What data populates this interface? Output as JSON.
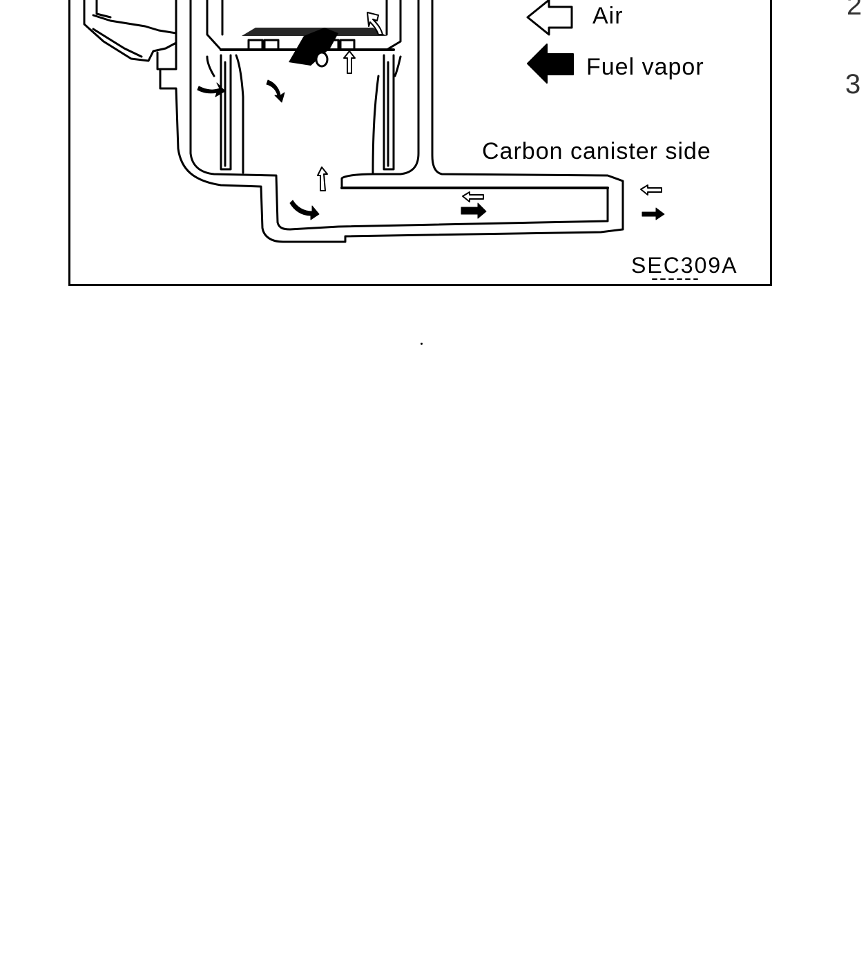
{
  "diagram": {
    "legend": {
      "air_label": "Air",
      "fuel_vapor_label": "Fuel vapor"
    },
    "labels": {
      "canister_side": "Carbon canister side",
      "figure_code": "SEC309A"
    },
    "margin": {
      "item_2": "2",
      "item_3": "3"
    }
  }
}
